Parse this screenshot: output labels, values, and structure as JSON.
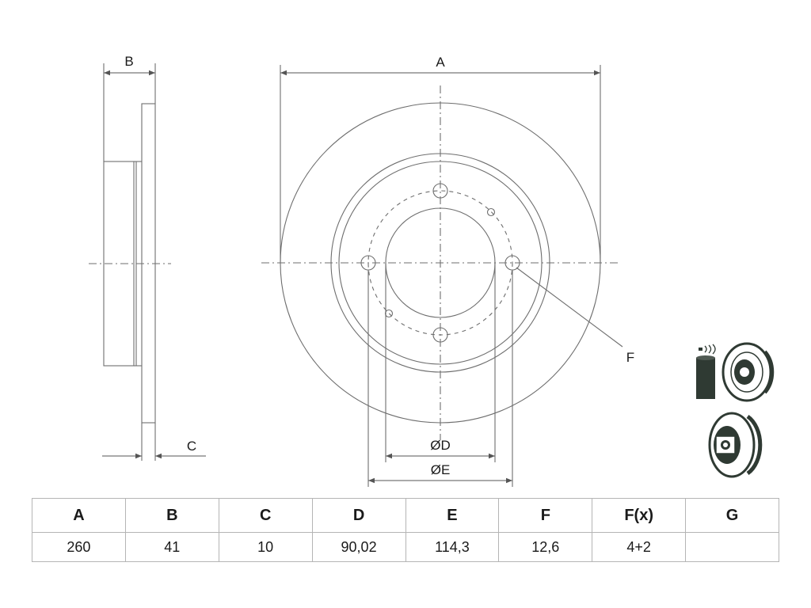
{
  "labels": {
    "A": "A",
    "B": "B",
    "C": "C",
    "D": "ØD",
    "E": "ØE",
    "F": "F"
  },
  "table": {
    "headers": [
      "A",
      "B",
      "C",
      "D",
      "E",
      "F",
      "F(x)",
      "G"
    ],
    "values": [
      "260",
      "41",
      "10",
      "90,02",
      "114,3",
      "12,6",
      "4+2",
      ""
    ]
  },
  "colors": {
    "line": "#6e6e6e",
    "ink": "#1a1a1a",
    "icon_dark": "#2f3a33"
  }
}
